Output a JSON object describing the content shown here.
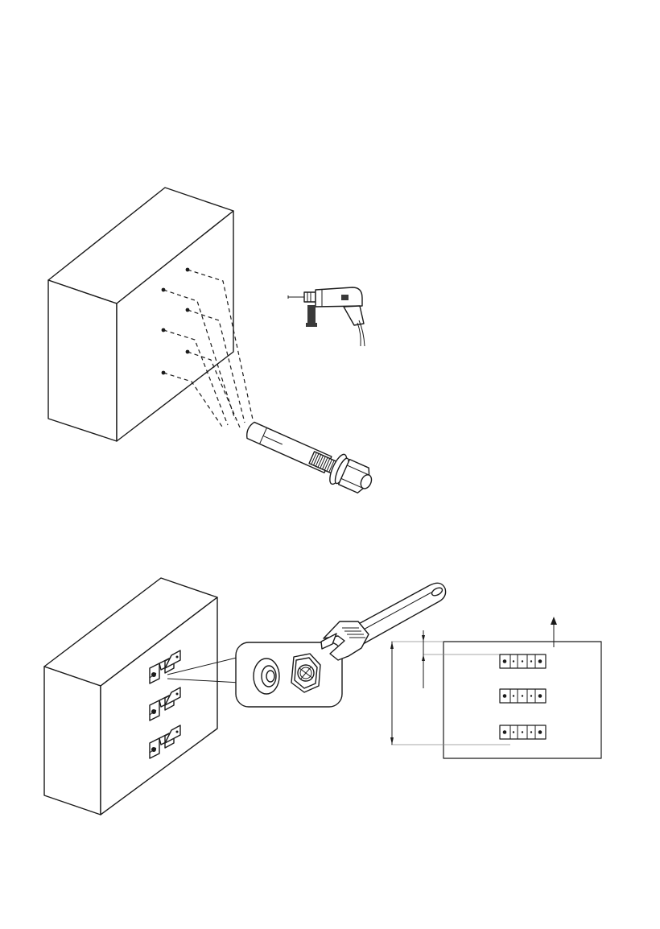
{
  "figure": {
    "step1": {
      "parts": [
        "wall-block",
        "drill-holes",
        "electric-drill",
        "expansion-bolt"
      ],
      "hole_count": 6,
      "icons": [
        "electric-drill-icon",
        "expansion-bolt-icon"
      ]
    },
    "step2": {
      "parts": [
        "wall-block",
        "mounting-brackets",
        "detail-callout",
        "adjustable-wrench",
        "bracket-layout-diagram"
      ],
      "bracket_count": 3,
      "callout_parts": [
        "flat-washer-icon",
        "hex-nut-icon"
      ],
      "layout_rows": 3,
      "icons": [
        "adjustable-wrench-icon",
        "up-arrow-icon"
      ]
    },
    "colors": {
      "line": "#1a1a1a",
      "background": "#ffffff",
      "guide": "#8a8a8a",
      "metal_fill": "#9a9a9a"
    }
  }
}
